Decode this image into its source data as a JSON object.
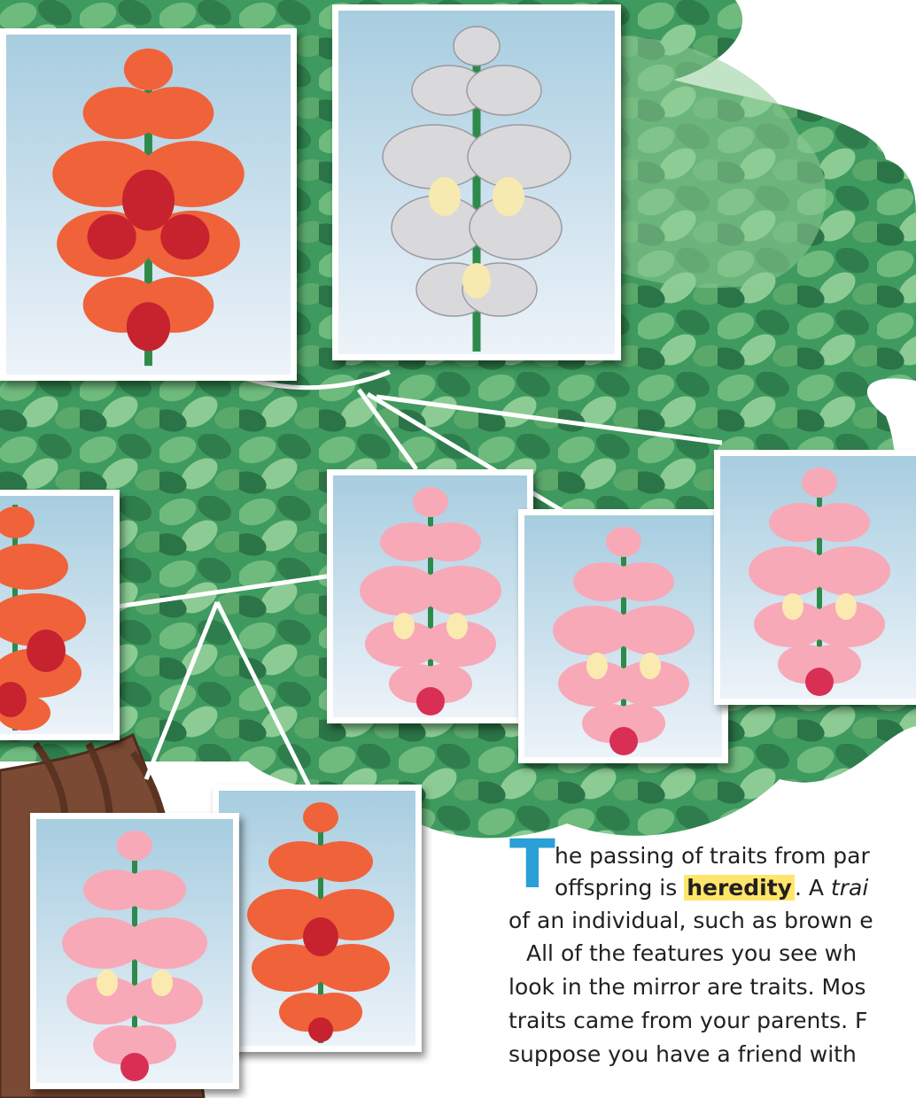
{
  "text": {
    "drop_cap": "T",
    "line1": "he passing of traits from par",
    "line2_start": "offspring is ",
    "keyword": "heredity",
    "line2_mid": ". A ",
    "trait_word": "trai",
    "line3": "of an individual, such as brown e",
    "line4": "All of the features you see wh",
    "line5": "look in the mirror are traits. Mos",
    "line6": "traits came from your parents. F",
    "line7": "suppose you have a friend with"
  },
  "colors": {
    "accent_cap": "#2b9fd6",
    "highlight": "#ffe66a",
    "foliage_dark": "#2f7d4c",
    "foliage_light": "#7fc48a",
    "trunk": "#7a4a34"
  },
  "figure": {
    "parents": [
      {
        "name": "parent-red",
        "flower_color": "red"
      },
      {
        "name": "parent-white",
        "flower_color": "white"
      }
    ],
    "offspring": [
      {
        "name": "offspring-red-left",
        "flower_color": "red"
      },
      {
        "name": "offspring-pink-1",
        "flower_color": "pink"
      },
      {
        "name": "offspring-pink-2",
        "flower_color": "pink"
      },
      {
        "name": "offspring-pink-3",
        "flower_color": "pink"
      },
      {
        "name": "grandchild-pink",
        "flower_color": "pink"
      },
      {
        "name": "grandchild-red",
        "flower_color": "red"
      }
    ]
  }
}
